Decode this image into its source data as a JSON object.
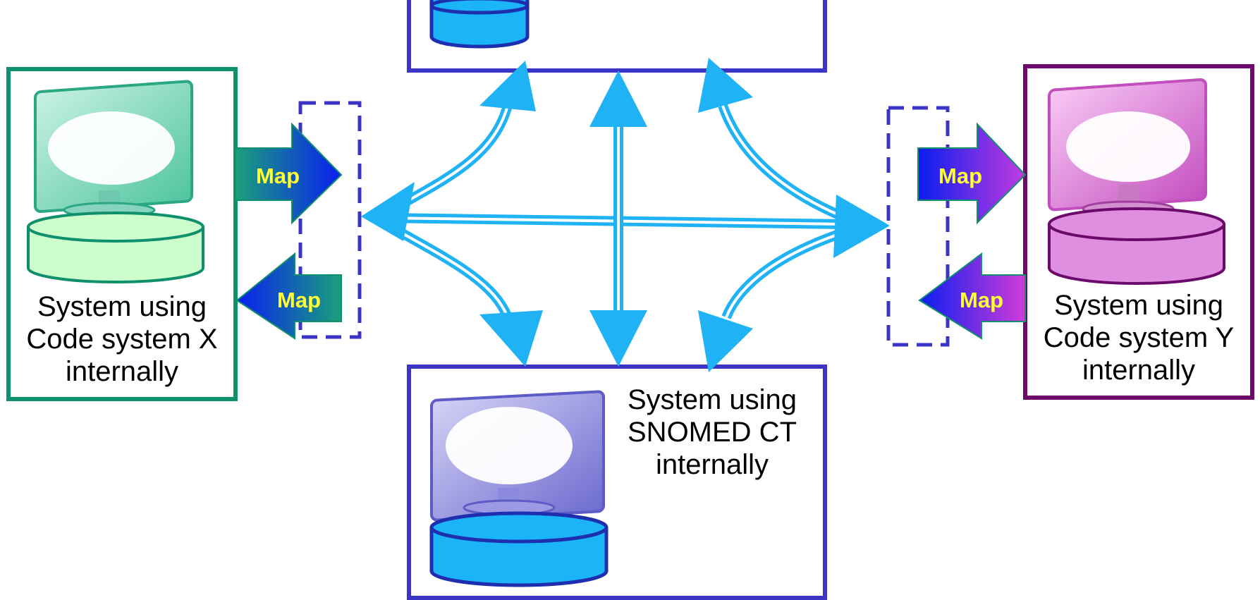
{
  "colors": {
    "x_border": "#0f8f6c",
    "y_border": "#6b0a6b",
    "snomed_border": "#3a35c6",
    "arrow_blue": "#1fb2f5",
    "map_text": "#ffff33"
  },
  "systems": {
    "x": {
      "lines": [
        "System using",
        "Code system X",
        "internally"
      ],
      "icons": {
        "monitor": "monitor-icon",
        "db": "database-icon"
      }
    },
    "y": {
      "lines": [
        "System using",
        "Code system Y",
        "internally"
      ],
      "icons": {
        "monitor": "monitor-icon",
        "db": "database-icon"
      }
    },
    "snomed": {
      "lines": [
        "System using",
        "SNOMED CT",
        "internally"
      ],
      "icons": {
        "monitor": "monitor-icon",
        "db": "database-icon"
      }
    }
  },
  "maps": {
    "left_out": "Map",
    "left_in": "Map",
    "right_in": "Map",
    "right_out": "Map"
  }
}
